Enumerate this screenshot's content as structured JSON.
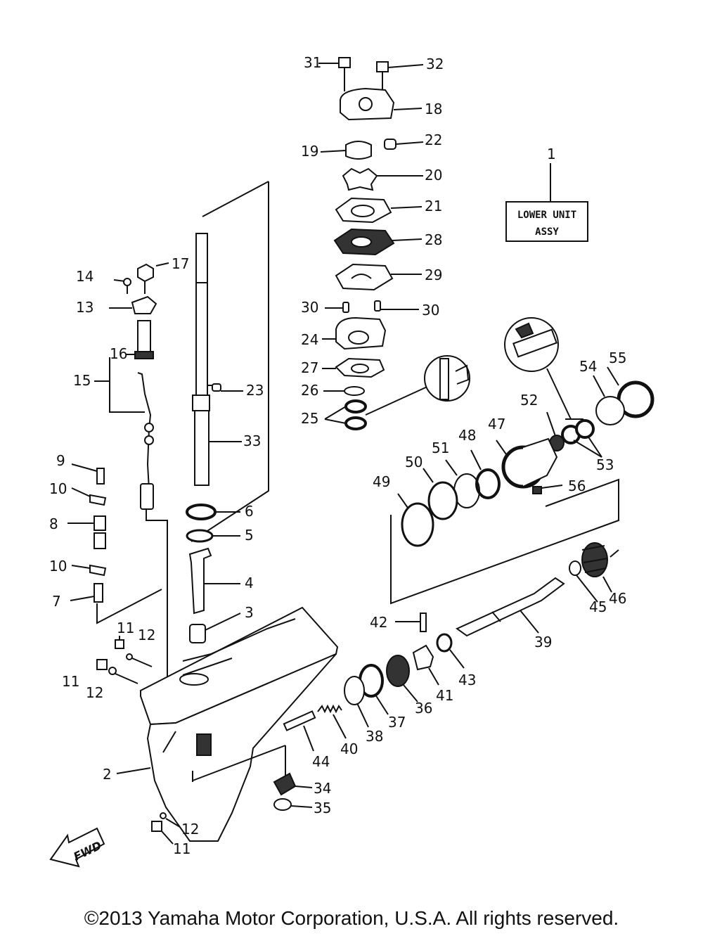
{
  "title_box": {
    "line1": "LOWER UNIT",
    "line2": "ASSY",
    "number": "1"
  },
  "fwd_label": "FWD",
  "copyright": "©2013 Yamaha Motor Corporation, U.S.A. All rights reserved.",
  "callouts": {
    "c31": "31",
    "c32": "32",
    "c18": "18",
    "c22": "22",
    "c19": "19",
    "c20": "20",
    "c21": "21",
    "c28": "28",
    "c29": "29",
    "c30a": "30",
    "c30b": "30",
    "c24": "24",
    "c27": "27",
    "c26": "26",
    "c25": "25",
    "c23": "23",
    "c33": "33",
    "c14": "14",
    "c17": "17",
    "c13": "13",
    "c16": "16",
    "c15": "15",
    "c9": "9",
    "c10a": "10",
    "c8": "8",
    "c10b": "10",
    "c7": "7",
    "c6": "6",
    "c5": "5",
    "c4": "4",
    "c3": "3",
    "c11a": "11",
    "c12a": "12",
    "c11b": "11",
    "c12b": "12",
    "c2": "2",
    "c12c": "12",
    "c11c": "11",
    "c54": "54",
    "c55": "55",
    "c52": "52",
    "c53": "53",
    "c47": "47",
    "c48": "48",
    "c51": "51",
    "c50": "50",
    "c49": "49",
    "c56": "56",
    "c46": "46",
    "c45": "45",
    "c39": "39",
    "c42": "42",
    "c43": "43",
    "c41": "41",
    "c36": "36",
    "c37": "37",
    "c38": "38",
    "c40": "40",
    "c44": "44",
    "c34": "34",
    "c35": "35"
  }
}
